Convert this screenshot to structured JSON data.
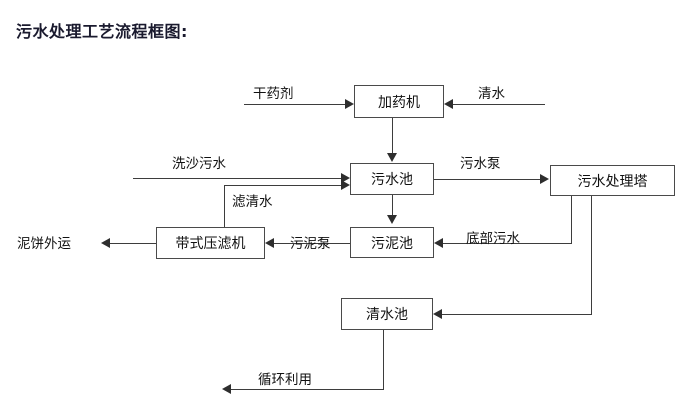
{
  "diagram": {
    "title": "污水处理工艺流程框图:",
    "nodes": [
      {
        "id": "dosing-machine",
        "label": "加药机"
      },
      {
        "id": "sewage-pool",
        "label": "污水池"
      },
      {
        "id": "sewage-treatment-tower",
        "label": "污水处理塔"
      },
      {
        "id": "belt-filter-press",
        "label": "带式压滤机"
      },
      {
        "id": "sludge-pool",
        "label": "污泥池"
      },
      {
        "id": "clean-water-pool",
        "label": "清水池"
      }
    ],
    "edge_labels": [
      {
        "id": "dry-agent",
        "label": "干药剂"
      },
      {
        "id": "clean-water-in",
        "label": "清水"
      },
      {
        "id": "sand-washing-sewage",
        "label": "洗沙污水"
      },
      {
        "id": "filtered-clear-water",
        "label": "滤清水"
      },
      {
        "id": "sewage-pump",
        "label": "污水泵"
      },
      {
        "id": "mud-cake-out",
        "label": "泥饼外运"
      },
      {
        "id": "sludge-pump",
        "label": "污泥泵"
      },
      {
        "id": "bottom-sewage",
        "label": "底部污水"
      },
      {
        "id": "recycle-reuse",
        "label": "循环利用"
      }
    ],
    "colors": {
      "background": "#ffffff",
      "line": "#3d3d3d",
      "box_border": "#4a4a4a",
      "text": "#111111",
      "title_text": "#1a1a2e"
    }
  }
}
